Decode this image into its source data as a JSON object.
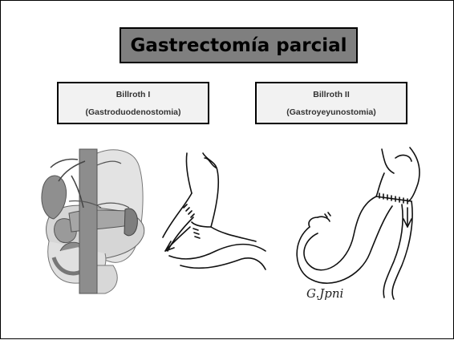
{
  "title": "Gastrectomía parcial",
  "billroth1": {
    "name": "Billroth I",
    "subtitle": "(Gastroduodenostomia)"
  },
  "billroth2": {
    "name": "Billroth II",
    "subtitle": "(Gastroyeyunostomia)"
  },
  "signature": "G.Jpni",
  "colors": {
    "title_fill": "#7f7f7f",
    "label_fill": "#f2f2f2",
    "anatomy_gray": "#8a8a8a",
    "light_gray": "#cfcfcf"
  }
}
